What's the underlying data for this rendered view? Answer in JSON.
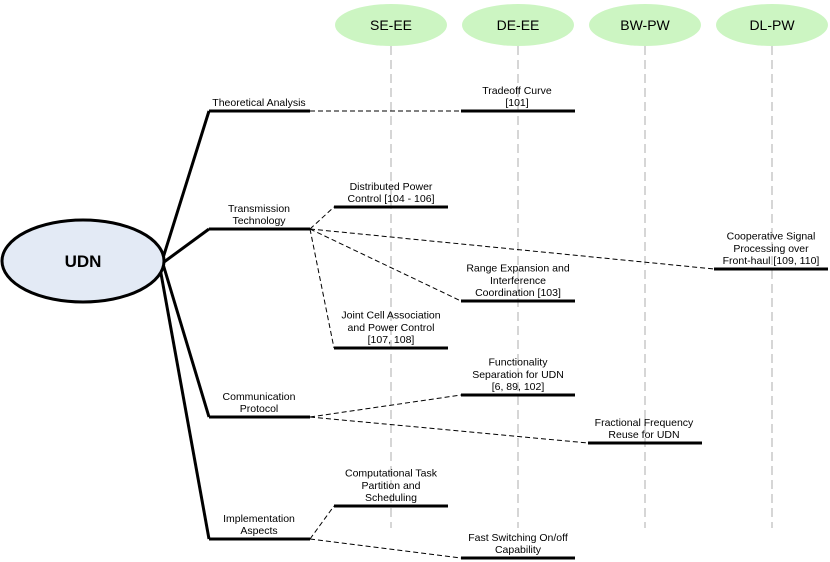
{
  "root": {
    "label": "UDN",
    "fill": "#e3eaf5"
  },
  "columns": [
    {
      "key": "se_ee",
      "label": "SE-EE"
    },
    {
      "key": "de_ee",
      "label": "DE-EE"
    },
    {
      "key": "bw_pw",
      "label": "BW-PW"
    },
    {
      "key": "dl_pw",
      "label": "DL-PW"
    }
  ],
  "column_color": "#ccf5c2",
  "branches": [
    {
      "label": [
        "Theoretical Analysis"
      ]
    },
    {
      "label": [
        "Transmission",
        "Technology"
      ]
    },
    {
      "label": [
        "Communication",
        "Protocol"
      ]
    },
    {
      "label": [
        "Implementation",
        "Aspects"
      ]
    }
  ],
  "leaves": [
    {
      "branch": 0,
      "column": "de_ee",
      "label": [
        "Tradeoff Curve",
        "[101]"
      ]
    },
    {
      "branch": 1,
      "column": "se_ee",
      "label": [
        "Distributed Power",
        "Control [104 - 106]"
      ]
    },
    {
      "branch": 1,
      "column": "dl_pw",
      "label": [
        "Cooperative Signal",
        "Processing over",
        "Front-haul [109, 110]"
      ]
    },
    {
      "branch": 1,
      "column": "de_ee",
      "label": [
        "Range Expansion and",
        "Interference",
        "Coordination [103]"
      ]
    },
    {
      "branch": 1,
      "column": "se_ee",
      "label": [
        "Joint Cell Association",
        "and Power Control",
        "[107, 108]"
      ]
    },
    {
      "branch": 2,
      "column": "de_ee",
      "label": [
        "Functionality",
        "Separation for UDN",
        "[6, 89, 102]"
      ]
    },
    {
      "branch": 2,
      "column": "bw_pw",
      "label": [
        "Fractional Frequency",
        "Reuse for UDN"
      ]
    },
    {
      "branch": 3,
      "column": "se_ee",
      "label": [
        "Computational Task",
        "Partition and",
        "Scheduling"
      ]
    },
    {
      "branch": 3,
      "column": "de_ee",
      "label": [
        "Fast Switching On/off",
        "Capability"
      ]
    }
  ]
}
